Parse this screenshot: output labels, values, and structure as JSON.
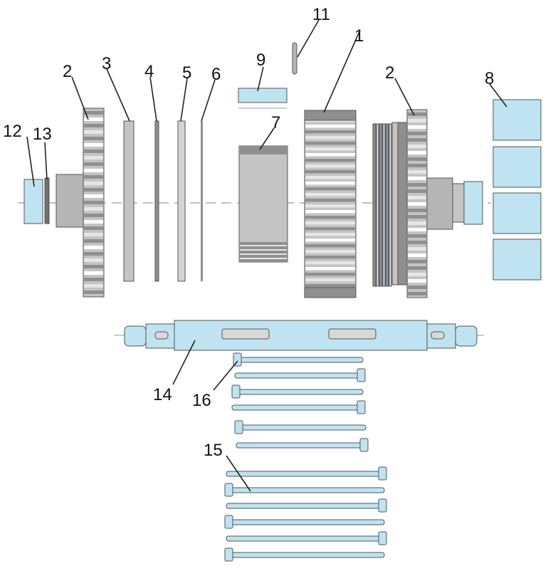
{
  "colors": {
    "gray_part": "#c4c4c4",
    "gray_dark": "#8f8f8f",
    "gray_light": "#e6e6e6",
    "blue_part": "#bfe3f0",
    "outline": "#555555",
    "centerline": "#9a9a9a"
  },
  "callouts": {
    "c1": "1",
    "c2_left": "2",
    "c2_right": "2",
    "c3": "3",
    "c4": "4",
    "c5": "5",
    "c6": "6",
    "c7": "7",
    "c8": "8",
    "c9": "9",
    "c11": "11",
    "c12": "12",
    "c13": "13",
    "c14": "14",
    "c15": "15",
    "c16": "16"
  }
}
